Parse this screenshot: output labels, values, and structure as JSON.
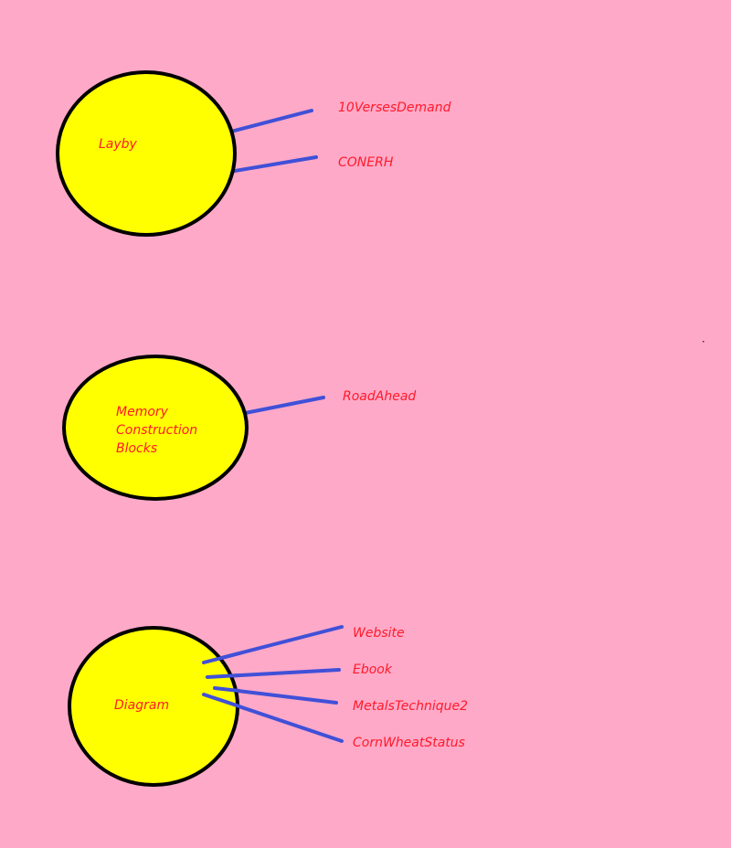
{
  "colors": {
    "background": "#ffa9c8",
    "node_fill": "#ffff00",
    "node_stroke": "#000000",
    "connector": "#4050d8",
    "text": "#ff1a2a"
  },
  "groups": [
    {
      "node": {
        "lines": [
          "Layby"
        ]
      },
      "leaves": [
        "10VersesDemand",
        "CONERH"
      ]
    },
    {
      "node": {
        "lines": [
          "Memory",
          "Construction",
          "Blocks"
        ]
      },
      "leaves": [
        "RoadAhead"
      ]
    },
    {
      "node": {
        "lines": [
          "Diagram"
        ]
      },
      "leaves": [
        "Website",
        "Ebook",
        "MetalsTechnique2",
        "CornWheatStatus"
      ]
    }
  ]
}
